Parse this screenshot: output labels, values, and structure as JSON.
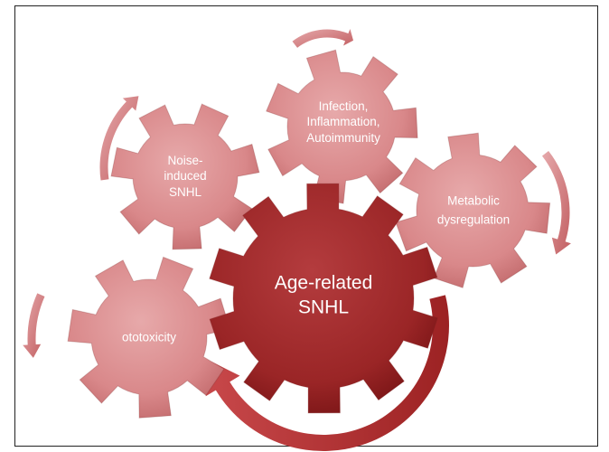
{
  "diagram": {
    "center_gear": {
      "lines": [
        "Age-related",
        "SNHL"
      ]
    },
    "gears": [
      {
        "id": "noise",
        "lines": [
          "Noise-",
          "induced",
          "SNHL"
        ]
      },
      {
        "id": "infection",
        "lines": [
          "Infection,",
          "Inflammation,",
          "Autoimmunity"
        ]
      },
      {
        "id": "metabolic",
        "lines": [
          "Metabolic",
          "dysregulation"
        ]
      },
      {
        "id": "ototoxicity",
        "lines": [
          "ototoxicity"
        ]
      }
    ],
    "colors": {
      "center_gear": "#9e2a2b",
      "outer_gear": "#d9888a",
      "arrow": "#c8676a",
      "big_arrow": "#a82a2c",
      "label": "#ffffff"
    }
  }
}
